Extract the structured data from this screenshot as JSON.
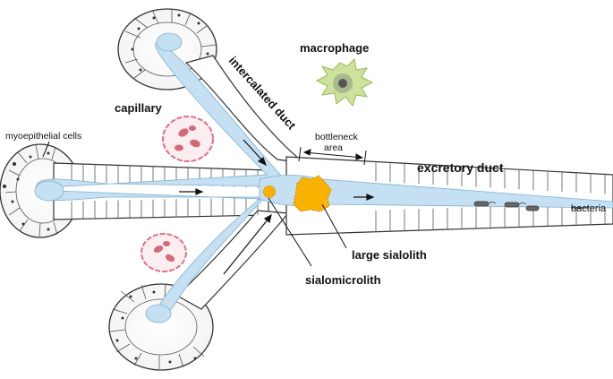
{
  "labels": {
    "macrophage": "macrophage",
    "intercalated_duct": "intercalated duct",
    "capillary": "capillary",
    "myoepithelial_cells": "myoepithelial cells",
    "bottleneck_line1": "bottleneck",
    "bottleneck_line2": "area",
    "excretory_duct": "excretory duct",
    "bacteria": "bacteria",
    "large_sialolith": "large sialolith",
    "sialomicrolith": "sialomicrolith"
  },
  "colors": {
    "lumen": "#cfe6f5",
    "lumen_core": "#eef7fd",
    "cell_outline": "#333333",
    "sialolith": "#f9b200",
    "capillary_wall": "#e07080",
    "macrophage": "#c8df8f"
  }
}
